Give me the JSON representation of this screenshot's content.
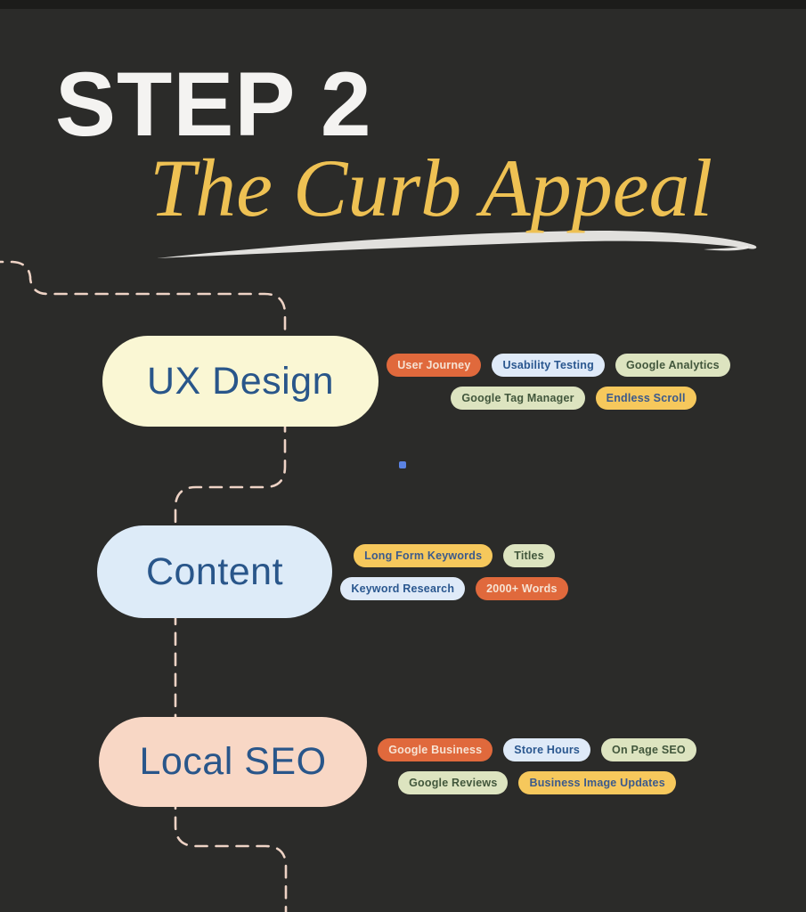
{
  "header": {
    "step_label": "STEP 2",
    "subtitle": "The Curb Appeal"
  },
  "colors": {
    "background": "#2b2b29",
    "top_strip": "#1c1c1a",
    "title_text": "#f4f3f1",
    "subtitle_text": "#eec153",
    "chalk_underline": "#efeeeb",
    "pill_text": "#29568a",
    "connector_line": "#eed3c5",
    "cursor_dot": "#5b83e3",
    "tag_orange_bg": "#e0693c",
    "tag_orange_text": "#f6e3d4",
    "tag_blue_bg": "#dfeaf8",
    "tag_blue_text": "#2a578f",
    "tag_green_bg": "#dde4c0",
    "tag_green_text": "#42573c",
    "tag_yellow_bg": "#f6c85c",
    "tag_yellow_text": "#3b5a8c"
  },
  "sections": [
    {
      "label": "UX Design",
      "pill_color": "#faf7d4",
      "tags": [
        [
          {
            "label": "User Journey",
            "variant": "orange"
          },
          {
            "label": "Usability Testing",
            "variant": "blue"
          },
          {
            "label": "Google Analytics",
            "variant": "green"
          }
        ],
        [
          {
            "label": "Google Tag Manager",
            "variant": "green"
          },
          {
            "label": "Endless Scroll",
            "variant": "yellow"
          }
        ]
      ]
    },
    {
      "label": "Content",
      "pill_color": "#ddebf8",
      "tags": [
        [
          {
            "label": "Long Form Keywords",
            "variant": "yellow"
          },
          {
            "label": "Titles",
            "variant": "green"
          }
        ],
        [
          {
            "label": "Keyword Research",
            "variant": "blue"
          },
          {
            "label": "2000+ Words",
            "variant": "orange"
          }
        ]
      ]
    },
    {
      "label": "Local SEO",
      "pill_color": "#f8d7c5",
      "tags": [
        [
          {
            "label": "Google Business",
            "variant": "orange"
          },
          {
            "label": "Store Hours",
            "variant": "blue"
          },
          {
            "label": "On Page SEO",
            "variant": "green"
          }
        ],
        [
          {
            "label": "Google Reviews",
            "variant": "green"
          },
          {
            "label": "Business Image Updates",
            "variant": "yellow"
          }
        ]
      ]
    }
  ]
}
